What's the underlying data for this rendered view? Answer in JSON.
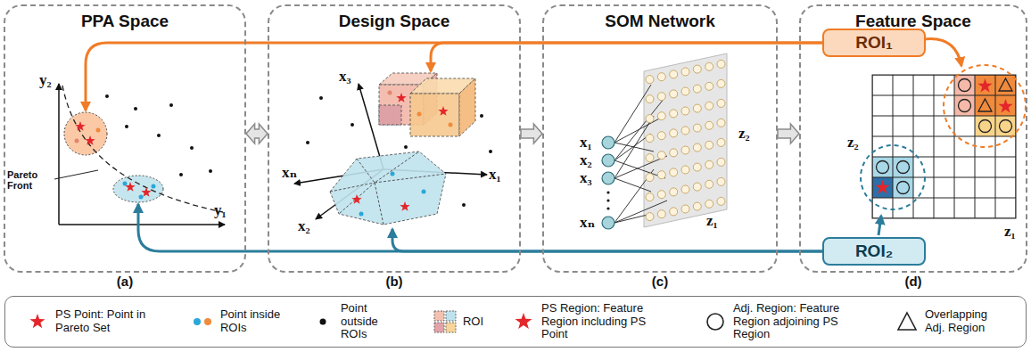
{
  "diagram": {
    "nodes": [
      {
        "text": [
          "PPA Space",
          "(a)"
        ]
      },
      {
        "text": [
          "Design Space",
          "(b)"
        ]
      },
      {
        "text": [
          "SOM Network",
          "(c)"
        ]
      },
      {
        "text": [
          "Feature Space",
          "(d)"
        ]
      },
      {
        "text": [
          "ROI₁"
        ],
        "in": 3
      },
      {
        "text": [
          "ROI₂"
        ],
        "in": 3
      }
    ],
    "edges": [
      {
        "from": 0,
        "to": 1,
        "arrow": "both"
      },
      {
        "from": 1,
        "to": 2,
        "arrow": "to"
      },
      {
        "from": 2,
        "to": 3,
        "arrow": "to"
      },
      {
        "from": 4,
        "to": 0,
        "arrow": "to"
      },
      {
        "from": 4,
        "to": 1,
        "arrow": "to"
      },
      {
        "from": 5,
        "to": 0,
        "arrow": "to"
      },
      {
        "from": 5,
        "to": 1,
        "arrow": "to"
      }
    ],
    "labels": [
      "y₂",
      "y₁",
      "Pareto Front",
      "x₃",
      "x₁",
      "xₙ",
      "x₂",
      "x₁",
      "x₂",
      "x₃",
      "xₙ",
      "z₂",
      "z₁",
      "z₂",
      "z₁"
    ],
    "legend": [
      {
        "text": "PS Point: Point in Pareto Set"
      },
      {
        "text": "Point inside ROIs"
      },
      {
        "text": "Point outside ROIs"
      },
      {
        "text": "ROI"
      },
      {
        "text": "PS Region: Feature Region including PS Point"
      },
      {
        "text": "Adj. Region: Feature Region adjoining PS Region"
      },
      {
        "text": "Overlapping Adj. Region"
      }
    ]
  }
}
